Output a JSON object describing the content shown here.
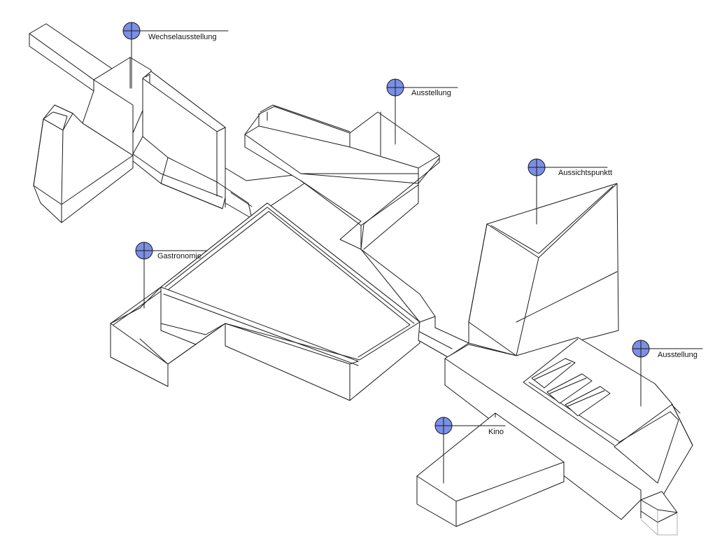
{
  "marker_color": "#7b8fe6",
  "labels": {
    "wechsel": "Wechselausstellung",
    "ausstellung_top": "Ausstellung",
    "aussicht": "Aussichtspunktt",
    "gastronomie": "Gastronomie",
    "ausstellung_right": "Ausstellung",
    "kino": "Kino"
  }
}
